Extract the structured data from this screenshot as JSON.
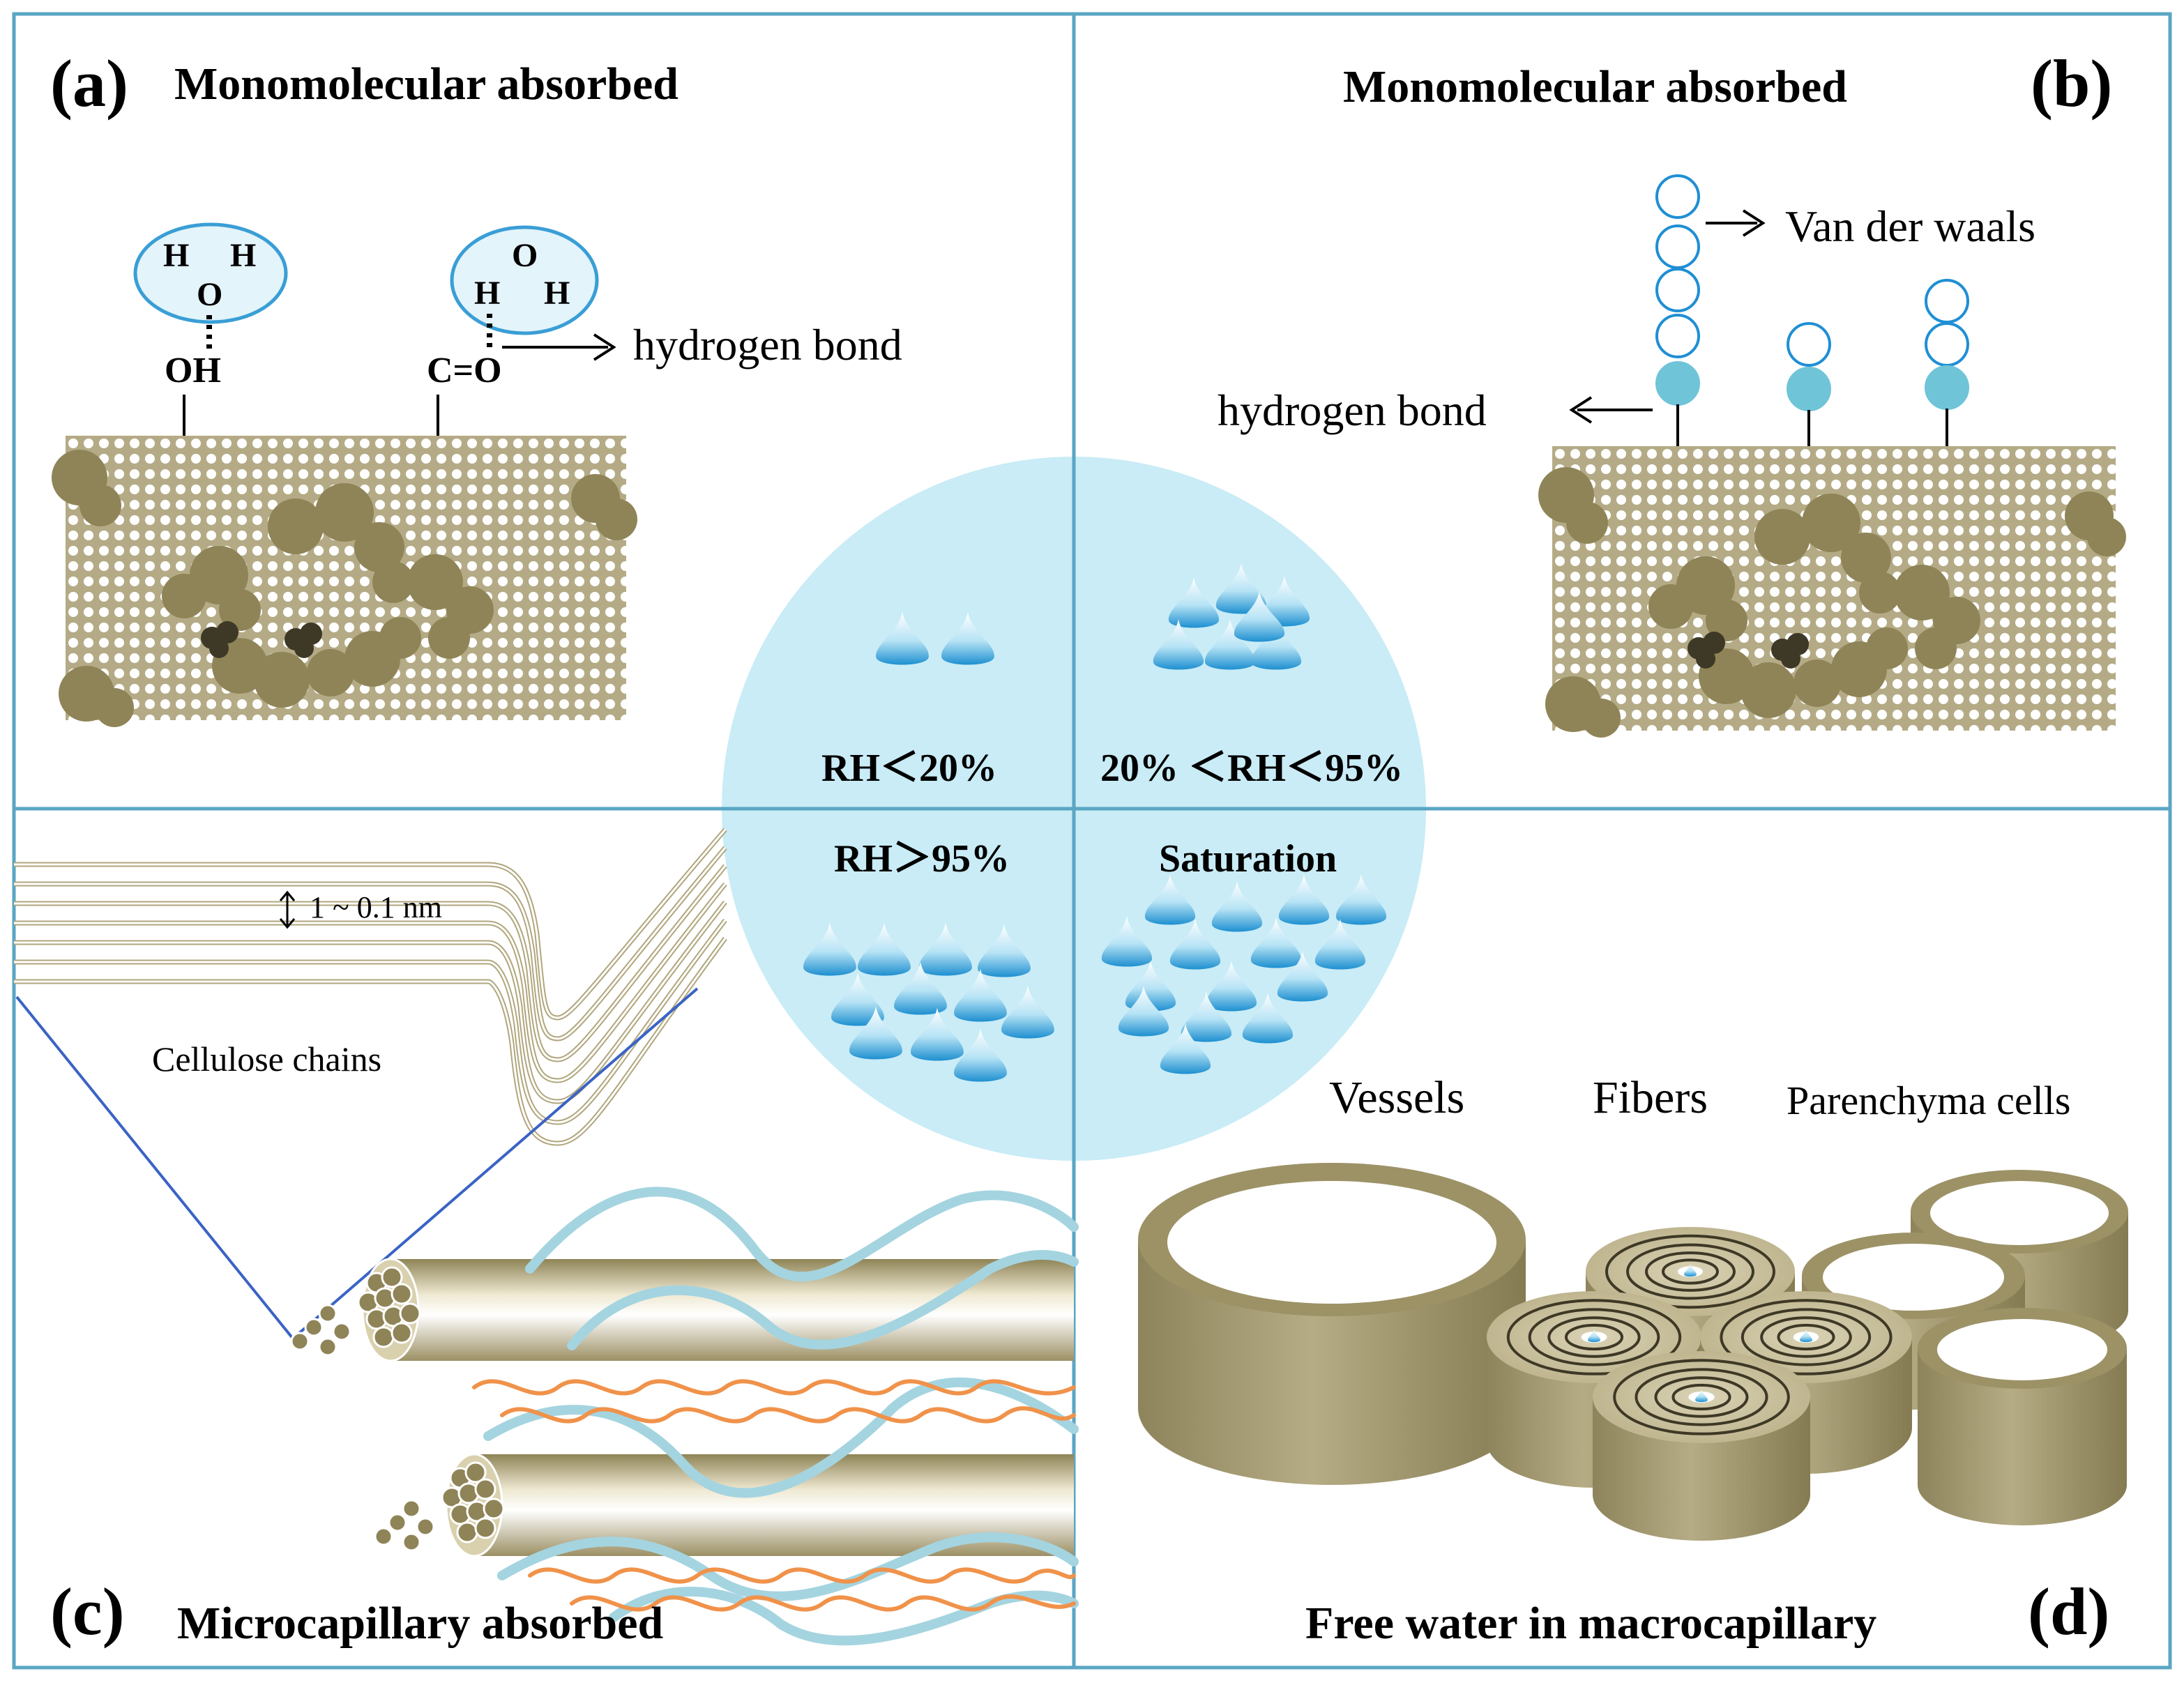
{
  "panels": {
    "a": {
      "letter": "(a)",
      "title": "Monomolecular absorbed",
      "molecule_left": {
        "h1": "H",
        "h2": "H",
        "o": "O",
        "group": "OH"
      },
      "molecule_right": {
        "o": "O",
        "h1": "H",
        "h2": "H",
        "group": "C=O"
      },
      "bond_label": "hydrogen bond"
    },
    "b": {
      "letter": "(b)",
      "title": "Monomolecular absorbed",
      "vdw_label": "Van der waals",
      "bond_label": "hydrogen bond"
    },
    "c": {
      "letter": "(c)",
      "title": "Microcapillary  absorbed",
      "distance_label": "1 ~ 0.1 nm",
      "chains_label": "Cellulose  chains"
    },
    "d": {
      "letter": "(d)",
      "title": "Free water in macrocapillary",
      "labels": {
        "vessels": "Vessels",
        "fibers": "Fibers",
        "parenchyma": "Parenchyma  cells"
      }
    }
  },
  "center": {
    "q1": "RH＜20%",
    "q2": "20% ＜RH＜95%",
    "q3": "RH＞95%",
    "q4": "Saturation"
  },
  "colors": {
    "frame": "#5aa6c4",
    "circle": "#c9ecf6",
    "wood_light": "#cfc6a4",
    "wood_dark": "#8f8457",
    "teal": "#6fc4d8",
    "fiber_blue": "#a4d4e0",
    "fiber_orange": "#f0924a"
  }
}
